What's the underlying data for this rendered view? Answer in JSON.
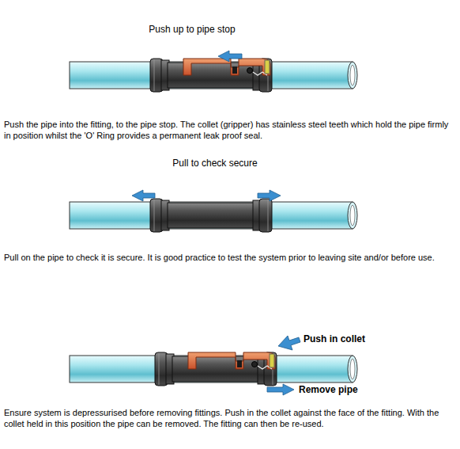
{
  "diagram": {
    "labels": [
      "Push up to pipe stop",
      "Push the pipe into the fitting, to the pipe stop. The collet (gripper) has stainless steel teeth which hold the pipe firmly in position whilst the 'O' Ring provides a permanent leak proof seal.",
      "Pull to check secure",
      "Pull on the pipe to check it is secure. It is good practice to test the system prior to leaving site and/or before use.",
      "Push in collet",
      "Remove pipe",
      "Ensure system is depressurised before removing fittings. Push in the collet against the face of the fitting. With the collet held in this position the pipe can be removed. The fitting can then be re-used."
    ]
  }
}
